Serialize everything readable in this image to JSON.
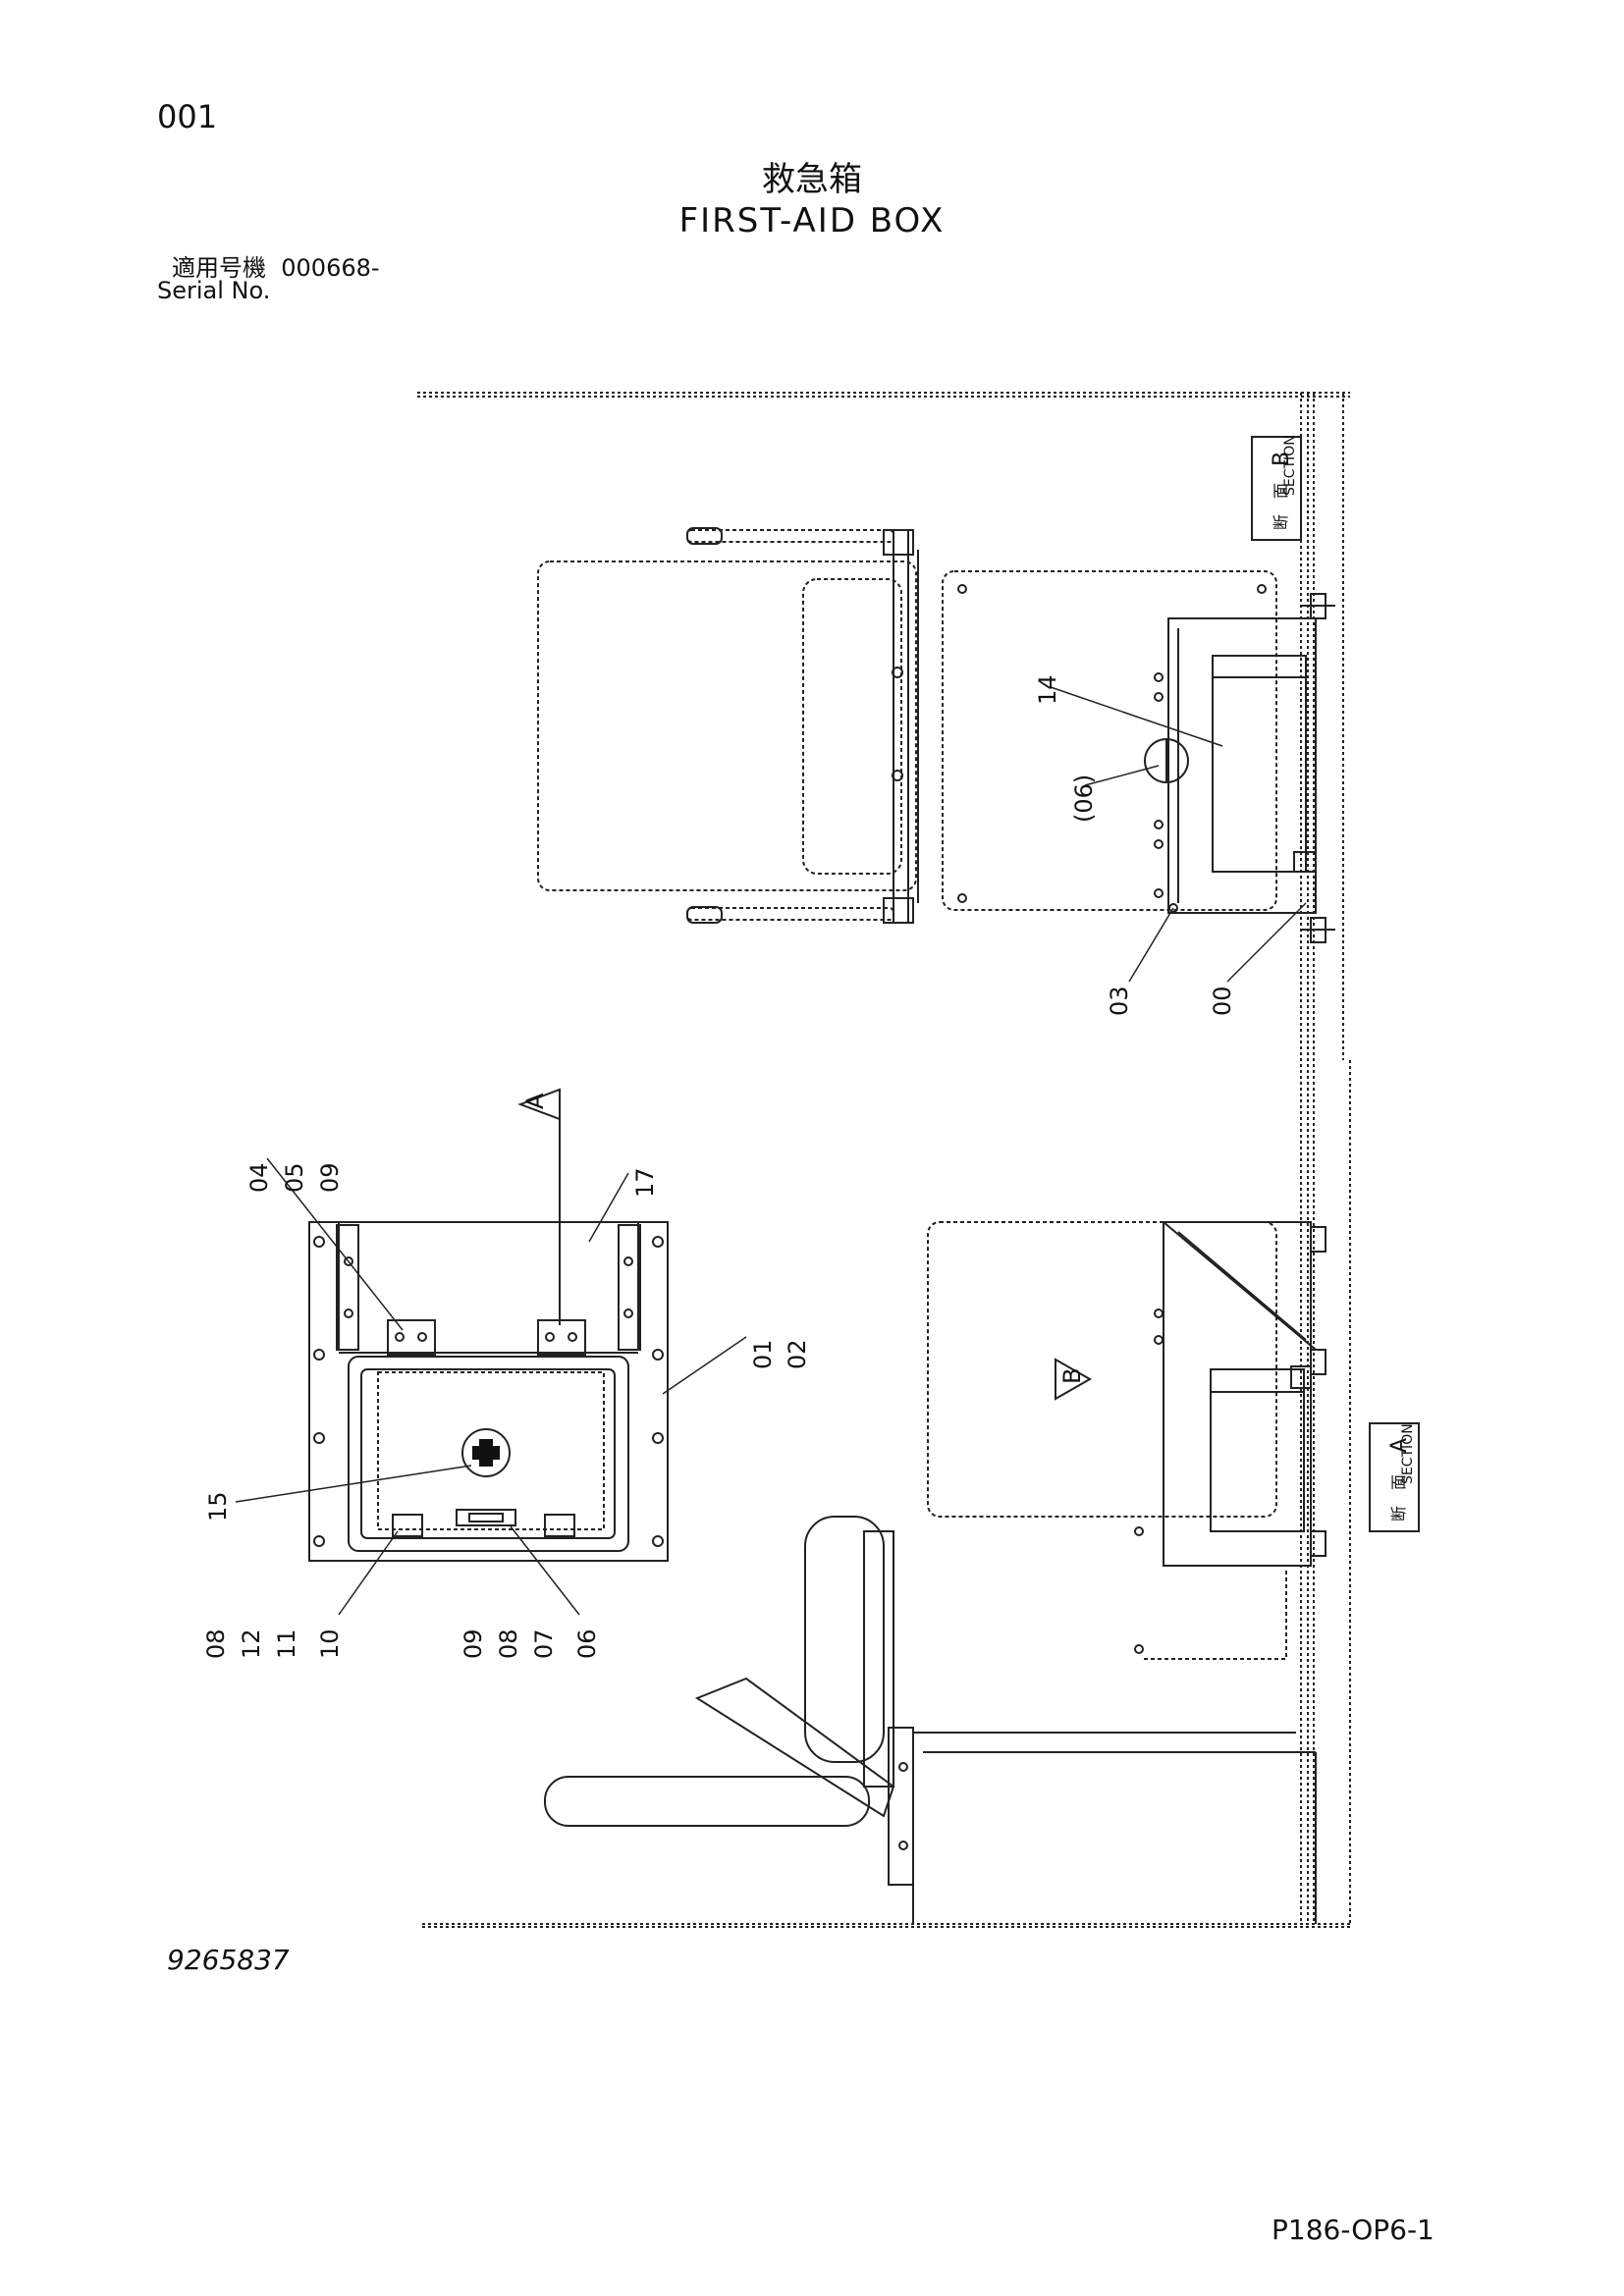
{
  "header": {
    "page_number": "001",
    "title_jp": "救急箱",
    "title_en": "FIRST-AID BOX",
    "serial_label_jp": "適用号機",
    "serial_value": "000668-",
    "serial_label_en": "Serial No."
  },
  "footer": {
    "drawing_number": "9265837",
    "sheet_ref": "P186-OP6-1"
  },
  "sections": {
    "b": {
      "jp": "断　面",
      "en": "SECTION",
      "letter": "B"
    },
    "a": {
      "jp": "断　面",
      "en": "SECTION",
      "letter": "A"
    }
  },
  "view_arrows": {
    "a": "A",
    "b": "B"
  },
  "callouts": {
    "c14": "14",
    "c06p": "(06)",
    "c03": "03",
    "c00": "00",
    "c17": "17",
    "c04": "04",
    "c05": "05",
    "c09a": "09",
    "c01": "01",
    "c02": "02",
    "c15": "15",
    "c08a": "08",
    "c12": "12",
    "c11": "11",
    "c10": "10",
    "c09b": "09",
    "c08b": "08",
    "c07": "07",
    "c06": "06"
  }
}
